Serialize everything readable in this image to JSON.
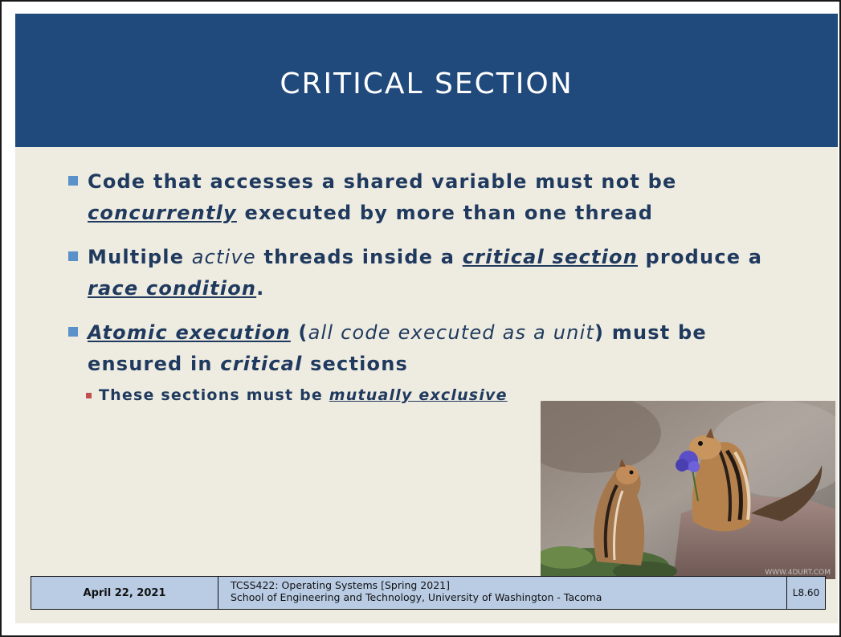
{
  "slide": {
    "title": "CRITICAL SECTION",
    "bullets": [
      {
        "a": "Code that accesses a shared variable must not be ",
        "b": "concurrently",
        "c": " executed by more than one thread"
      },
      {
        "a": "Multiple ",
        "b": "active",
        "c": " threads inside a ",
        "d": "critical section",
        "e": " produce a ",
        "f": "race condition",
        "g": "."
      },
      {
        "a": "Atomic execution",
        "b": " (",
        "c": "all code executed as a unit",
        "d": ") must be ensured in ",
        "e": "critical",
        "f": " sections",
        "sub": {
          "a": "These sections must be ",
          "b": "mutually exclusive"
        }
      }
    ],
    "image": {
      "description_icon": "chipmunks-photo",
      "watermark": "WWW.4DURT.COM"
    }
  },
  "footer": {
    "date": "April 22, 2021",
    "course_line1": "TCSS422: Operating Systems [Spring 2021]",
    "course_line2": "School of Engineering and Technology, University of Washington - Tacoma",
    "page": "L8.60"
  },
  "colors": {
    "title_bar": "#214a7c",
    "slide_bg": "#eeebe1",
    "text": "#1f3a5e",
    "bullet": "#5a91c9",
    "sub_bullet": "#c0504d",
    "footer_bg": "#b9cce4"
  }
}
